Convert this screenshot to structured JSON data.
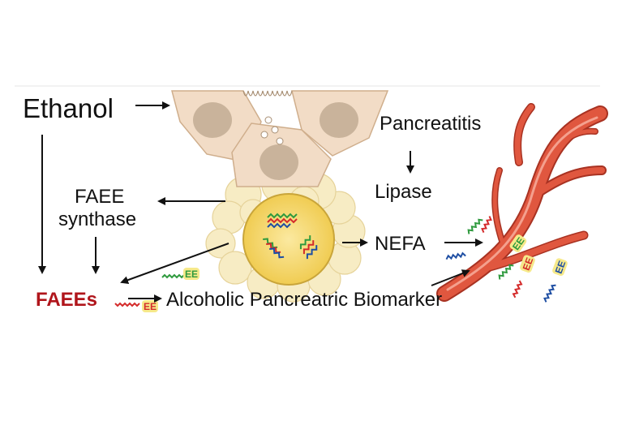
{
  "labels": {
    "ethanol": "Ethanol",
    "pancreatitis": "Pancreatitis",
    "lipase": "Lipase",
    "faee_synthase_line1": "FAEE",
    "faee_synthase_line2": "synthase",
    "nefa": "NEFA",
    "faees": "FAEEs",
    "biomarker": "Alcoholic Pancreatric Biomarker",
    "ee_tag": "EE"
  },
  "colors": {
    "accent_red": "#b0151b",
    "text": "#111111",
    "cell_fill": "#f2dcc6",
    "nucleus": "#c9b39b",
    "adipocyte": "#f7ecc4",
    "lipid_droplet": "#f3d45a",
    "vessel": "#e0573f",
    "vessel_dark": "#a83222",
    "chain_red": "#d42b2b",
    "chain_green": "#2f9a3e",
    "chain_blue": "#1f4fa3",
    "ee_tag_fill": "#f6e98a"
  },
  "icons": {
    "acinar_cells": "acinar-cells-icon",
    "adipocyte": "adipocyte-icon",
    "blood_vessel": "blood-vessel-icon",
    "fatty_acid_chain": "fatty-acid-chain-icon"
  }
}
